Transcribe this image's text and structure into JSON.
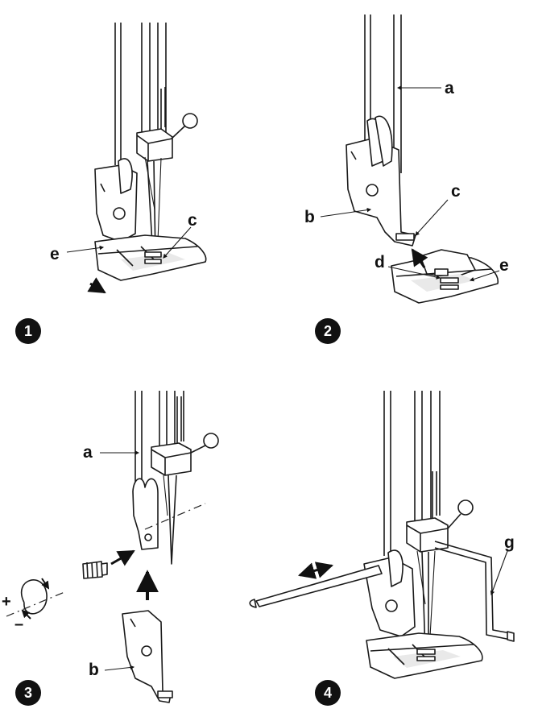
{
  "steps": [
    {
      "number": "1",
      "labels": {
        "c": "c",
        "e": "e"
      }
    },
    {
      "number": "2",
      "labels": {
        "a": "a",
        "b": "b",
        "c": "c",
        "d": "d",
        "e": "e"
      }
    },
    {
      "number": "3",
      "labels": {
        "a": "a",
        "b": "b",
        "plus": "+",
        "minus": "–"
      }
    },
    {
      "number": "4",
      "labels": {
        "g": "g"
      }
    }
  ]
}
